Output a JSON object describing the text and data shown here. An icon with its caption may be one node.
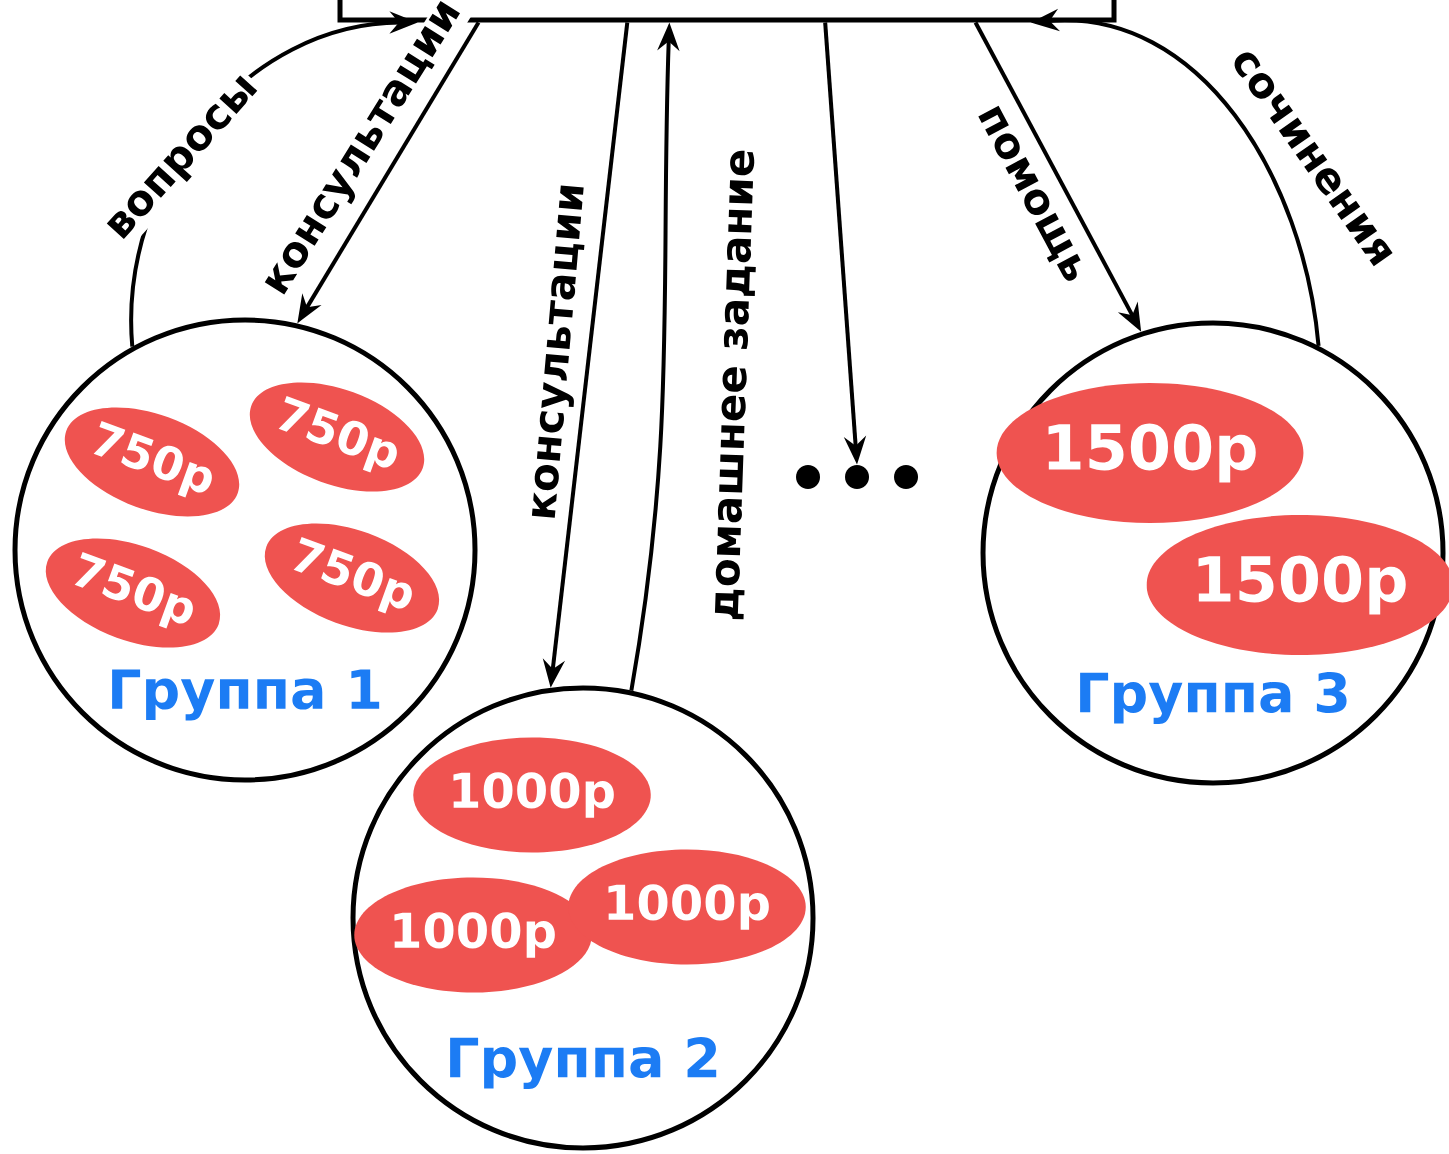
{
  "diagram": {
    "nodes": [
      {
        "text": [],
        "shape": "box"
      },
      {
        "text": [
          "Группа 1"
        ]
      },
      {
        "text": [
          "750р"
        ],
        "in": 1
      },
      {
        "text": [
          "750р"
        ],
        "in": 1
      },
      {
        "text": [
          "750р"
        ],
        "in": 1
      },
      {
        "text": [
          "750р"
        ],
        "in": 1
      },
      {
        "text": [
          "Группа 2"
        ]
      },
      {
        "text": [
          "1000р"
        ],
        "in": 6
      },
      {
        "text": [
          "1000р"
        ],
        "in": 6
      },
      {
        "text": [
          "1000р"
        ],
        "in": 6
      },
      {
        "text": [],
        "shape": "dots"
      },
      {
        "text": [
          "Группа 3"
        ]
      },
      {
        "text": [
          "1500р"
        ],
        "in": 11
      },
      {
        "text": [
          "1500р"
        ],
        "in": 11
      }
    ],
    "edges": [
      {
        "from": 1,
        "to": 0,
        "arrow": "to",
        "label": "вопросы"
      },
      {
        "from": 0,
        "to": 1,
        "arrow": "to",
        "label": "консультации"
      },
      {
        "from": 0,
        "to": 6,
        "arrow": "to",
        "label": "консультации"
      },
      {
        "from": 6,
        "to": 0,
        "arrow": "to",
        "label": "домашнее задание"
      },
      {
        "from": 0,
        "to": 10,
        "arrow": "to"
      },
      {
        "from": 0,
        "to": 11,
        "arrow": "to",
        "label": "помощь"
      },
      {
        "from": 11,
        "to": 0,
        "arrow": "to",
        "label": "сочинения"
      }
    ]
  }
}
